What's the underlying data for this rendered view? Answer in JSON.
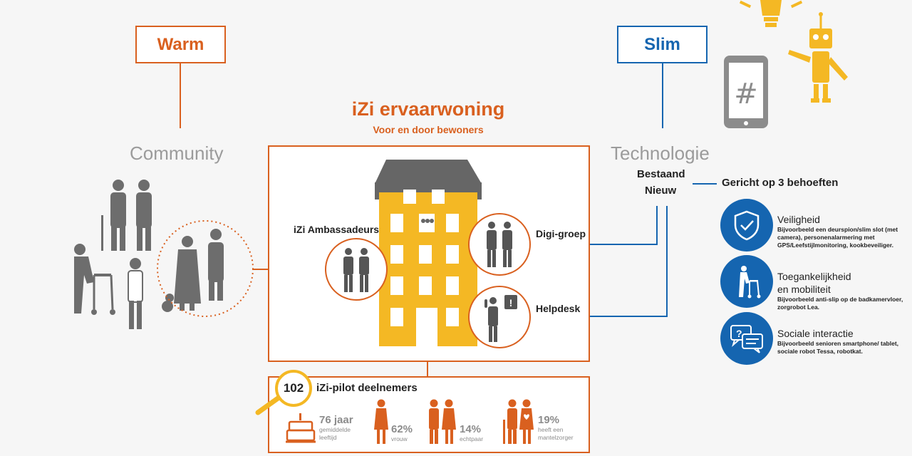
{
  "warm": {
    "label": "Warm",
    "title": "Community"
  },
  "slim": {
    "label": "Slim",
    "title": "Technologie",
    "existing": "Bestaand",
    "new": "Nieuw"
  },
  "center": {
    "title": "iZi ervaarwoning",
    "subtitle": "Voor en door bewoners"
  },
  "roles": {
    "ambassadors": "iZi Ambassadeurs",
    "digi_group": "Digi-groep",
    "helpdesk": "Helpdesk"
  },
  "needs": {
    "heading": "Gericht op 3 behoeften",
    "items": [
      {
        "title": "Veiligheid",
        "desc": "Bijvoorbeeld een deurspion/slim slot (met camera), personenalarmering met GPS/Leefstijlmonitoring, kookbeveiliger."
      },
      {
        "title1": "Toegankelijkheid",
        "title2": "en mobiliteit",
        "desc": "Bijvoorbeeld anti-slip op de badkamervloer, zorgrobot Lea."
      },
      {
        "title": "Sociale interactie",
        "desc": "Bijvoorbeeld senioren smartphone/ tablet, sociale robot Tessa, robotkat."
      }
    ]
  },
  "pilot": {
    "count": "102",
    "label": "iZi-pilot deelnemers",
    "stats": [
      {
        "value": "76 jaar",
        "label1": "gemiddelde",
        "label2": "leeftijd"
      },
      {
        "value": "62%",
        "label1": "vrouw"
      },
      {
        "value": "14%",
        "label1": "echtpaar"
      },
      {
        "value": "19%",
        "label1": "heeft een",
        "label2": "mantelzorger"
      }
    ]
  },
  "colors": {
    "orange": "#d9601f",
    "blue": "#1565b0",
    "yellow": "#f4b824",
    "gray": "#6d6d6d"
  }
}
